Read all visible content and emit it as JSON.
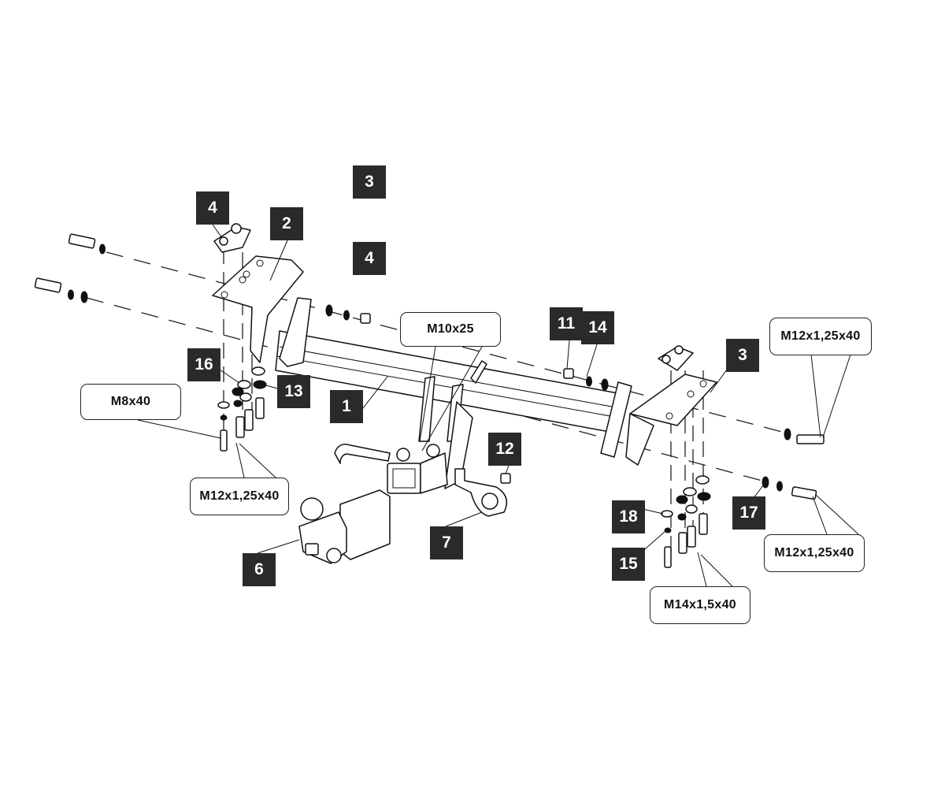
{
  "diagram": {
    "title": "Tow bar exploded assembly diagram",
    "part_labels": [
      {
        "id": "p3-top",
        "text": "3"
      },
      {
        "id": "p4-top",
        "text": "4"
      },
      {
        "id": "p4-left",
        "text": "4"
      },
      {
        "id": "p2",
        "text": "2"
      },
      {
        "id": "p16",
        "text": "16"
      },
      {
        "id": "p13",
        "text": "13"
      },
      {
        "id": "p1",
        "text": "1"
      },
      {
        "id": "p6",
        "text": "6"
      },
      {
        "id": "p7",
        "text": "7"
      },
      {
        "id": "p12",
        "text": "12"
      },
      {
        "id": "p11",
        "text": "11"
      },
      {
        "id": "p14",
        "text": "14"
      },
      {
        "id": "p3-right",
        "text": "3"
      },
      {
        "id": "p18",
        "text": "18"
      },
      {
        "id": "p15",
        "text": "15"
      },
      {
        "id": "p17",
        "text": "17"
      }
    ],
    "spec_callouts": [
      {
        "id": "m10x25",
        "text": "M10x25"
      },
      {
        "id": "m8x40",
        "text": "M8x40"
      },
      {
        "id": "m12-left",
        "text": "M12x1,25x40"
      },
      {
        "id": "m12-right-top",
        "text": "M12x1,25x40"
      },
      {
        "id": "m12-right-bottom",
        "text": "M12x1,25x40"
      },
      {
        "id": "m14",
        "text": "M14x1,5x40"
      }
    ],
    "colors": {
      "label_bg": "#2a2a2a",
      "label_text": "#ffffff",
      "line": "#111111"
    }
  }
}
